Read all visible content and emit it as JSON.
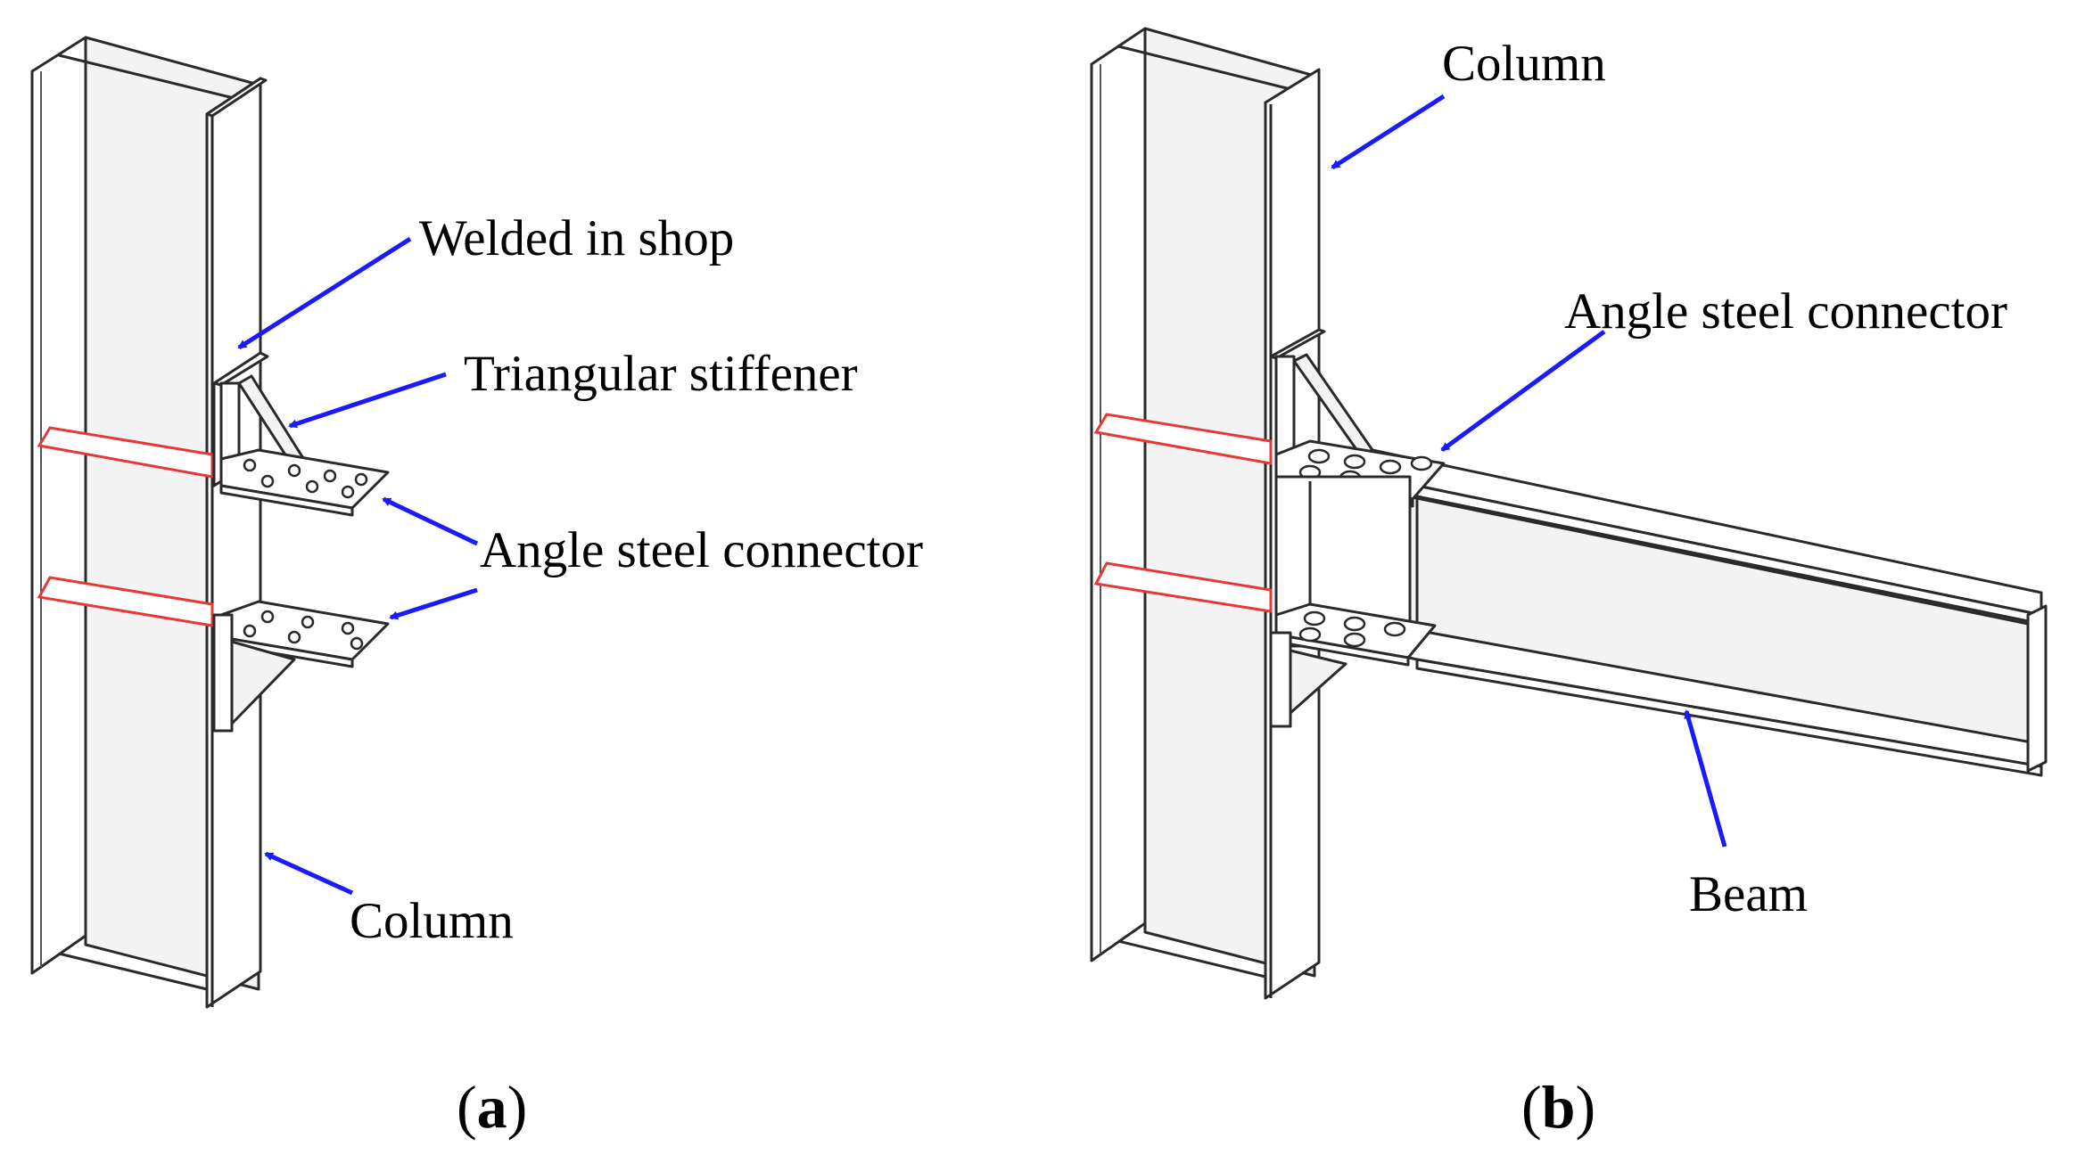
{
  "panel_a": {
    "label_welded": "Welded in shop",
    "label_stiffener": "Triangular stiffener",
    "label_angle": "Angle steel connector",
    "label_column": "Column",
    "caption_open": "(",
    "caption_letter": "a",
    "caption_close": ")"
  },
  "panel_b": {
    "label_column": "Column",
    "label_angle": "Angle steel connector",
    "label_beam": "Beam",
    "caption_open": "(",
    "caption_letter": "b",
    "caption_close": ")"
  },
  "colors": {
    "arrow": "#1a1aff",
    "weld_line": "#e53935",
    "outline": "#2a2a2a"
  }
}
